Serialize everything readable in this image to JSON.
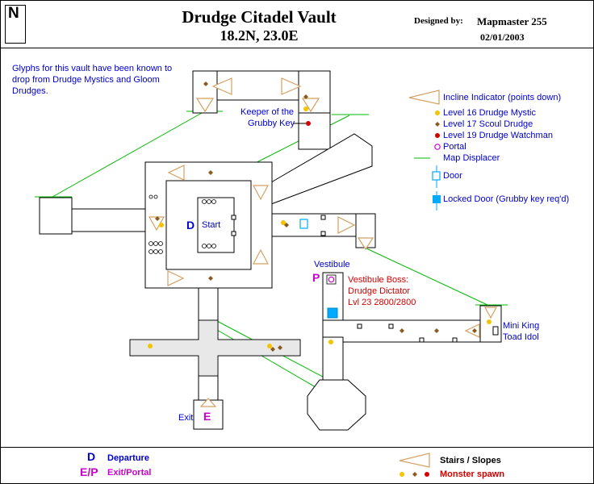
{
  "header": {
    "title": "Drudge Citadel Vault",
    "coordinates": "18.2N, 23.0E",
    "designed_by_label": "Designed by:",
    "author": "Mapmaster 255",
    "date": "02/01/2003",
    "north": "N"
  },
  "note": "Glyphs for this vault have been known to drop from Drudge Mystics and Gloom Drudges.",
  "legend": {
    "incline": "Incline Indicator (points down)",
    "mystic": "Level 16 Drudge Mystic",
    "scoul": "Level 17 Scoul Drudge",
    "watchman": "Level 19 Drudge Watchman",
    "portal": "Portal",
    "displacer": "Map Displacer",
    "door": "Door",
    "locked_door": "Locked Door (Grubby key req'd)"
  },
  "labels": {
    "keeper_line1": "Keeper of the",
    "keeper_line2": "Grubby Key",
    "start": "Start",
    "departure_marker": "D",
    "vestibule": "Vestibule",
    "portal_marker": "P",
    "boss_line1": "Vestibule Boss:",
    "boss_line2": "Drudge Dictator",
    "boss_line3": "Lvl 23 2800/2800",
    "mini_line1": "Mini King",
    "mini_line2": "Toad Idol",
    "exit": "Exit",
    "exit_marker": "E"
  },
  "footer": {
    "departure_symbol": "D",
    "departure_label": "Departure",
    "exit_symbol": "E/P",
    "exit_label": "Exit/Portal",
    "stairs_label": "Stairs / Slopes",
    "spawn_label": "Monster spawn"
  },
  "colors": {
    "mystic": "#f5c400",
    "scoul": "#8b5a1e",
    "watchman": "#d40000",
    "portal": "#cc00cc",
    "displacer": "#00bb00",
    "door": "#00aaff",
    "departure": "#0000cc"
  }
}
